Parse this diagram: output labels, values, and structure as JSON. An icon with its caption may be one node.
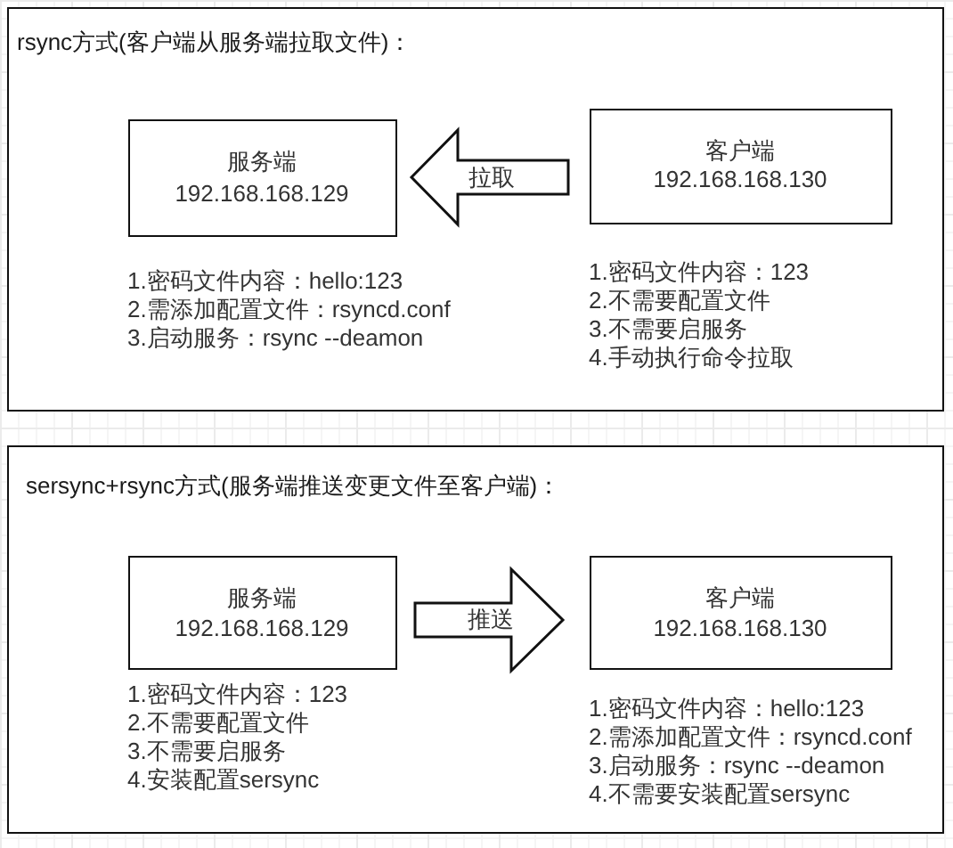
{
  "diagram": {
    "nodes": [
      {
        "text": [
          "rsync方式(客户端从服务端拉取文件)："
        ]
      },
      {
        "text": [
          "服务端",
          "192.168.168.129"
        ],
        "in": 0,
        "beside": [
          "1.密码文件内容：hello:123",
          "2.需添加配置文件：rsyncd.conf",
          "3.启动服务：rsync --deamon"
        ]
      },
      {
        "text": [
          "客户端",
          "192.168.168.130"
        ],
        "in": 0,
        "beside": [
          "1.密码文件内容：123",
          "2.不需要配置文件",
          "3.不需要启服务",
          "4.手动执行命令拉取"
        ]
      },
      {
        "text": [
          "sersync+rsync方式(服务端推送变更文件至客户端)："
        ]
      },
      {
        "text": [
          "服务端",
          "192.168.168.129"
        ],
        "in": 3,
        "beside": [
          "1.密码文件内容：123",
          "2.不需要配置文件",
          "3.不需要启服务",
          "4.安装配置sersync"
        ]
      },
      {
        "text": [
          "客户端",
          "192.168.168.130"
        ],
        "in": 3,
        "beside": [
          "1.密码文件内容：hello:123",
          "2.需添加配置文件：rsyncd.conf",
          "3.启动服务：rsync --deamon",
          "4.不需要安装配置sersync"
        ]
      }
    ],
    "edges": [
      {
        "from": 2,
        "to": 1,
        "arrow": "to",
        "label": "拉取"
      },
      {
        "from": 4,
        "to": 5,
        "arrow": "to",
        "label": "推送"
      }
    ]
  }
}
